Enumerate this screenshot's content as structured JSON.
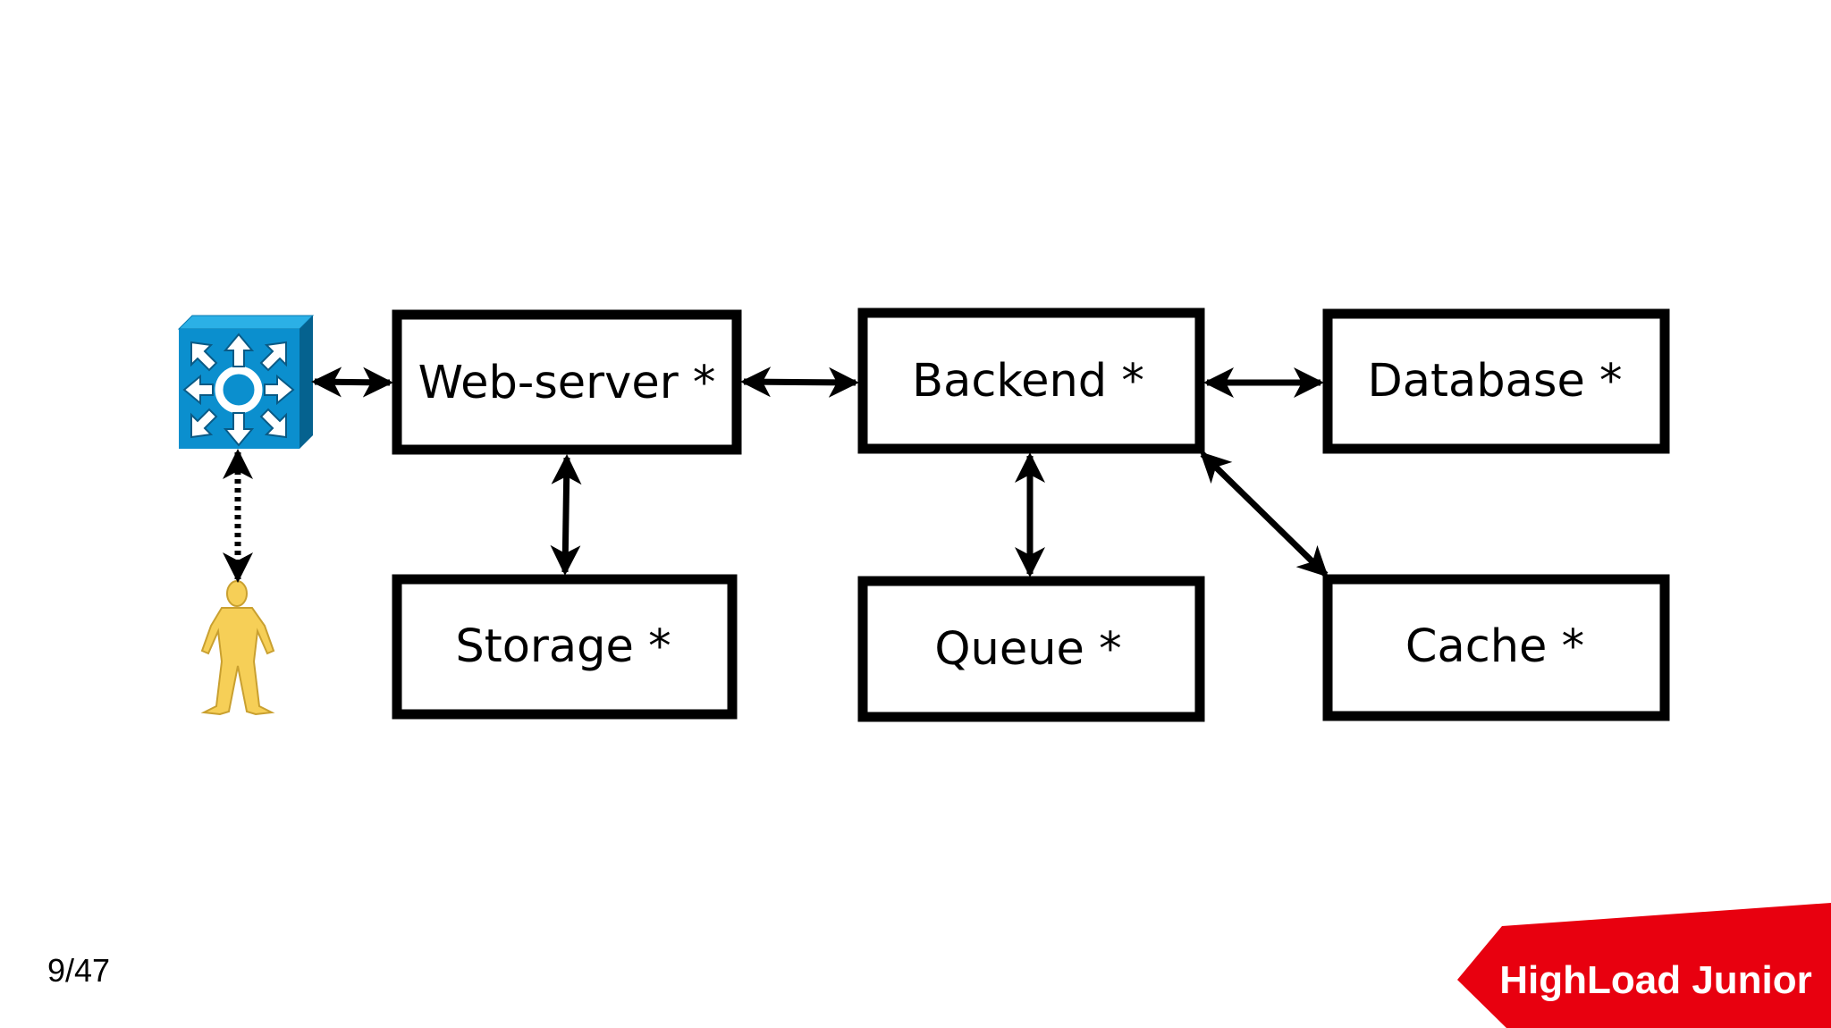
{
  "diagram": {
    "nodes": {
      "web_server": "Web-server *",
      "backend": "Backend *",
      "database": "Database *",
      "storage": "Storage *",
      "queue": "Queue *",
      "cache": "Cache *"
    },
    "icons": {
      "router": "network-switch-icon",
      "user": "person-icon"
    },
    "connections": [
      {
        "from": "router",
        "to": "web_server",
        "style": "solid",
        "direction": "both"
      },
      {
        "from": "router",
        "to": "user",
        "style": "dotted",
        "direction": "both"
      },
      {
        "from": "web_server",
        "to": "backend",
        "style": "solid",
        "direction": "both"
      },
      {
        "from": "web_server",
        "to": "storage",
        "style": "solid",
        "direction": "both"
      },
      {
        "from": "backend",
        "to": "database",
        "style": "solid",
        "direction": "both"
      },
      {
        "from": "backend",
        "to": "queue",
        "style": "solid",
        "direction": "both"
      },
      {
        "from": "backend",
        "to": "cache",
        "style": "solid",
        "direction": "both"
      }
    ]
  },
  "footer": {
    "page_number": "9/47",
    "brand": "HighLoad Junior",
    "brand_color": "#e8000f"
  },
  "colors": {
    "router_front": "#0b8fce",
    "router_top": "#2bb0e6",
    "router_side": "#05628f",
    "person": "#f6cf57"
  }
}
